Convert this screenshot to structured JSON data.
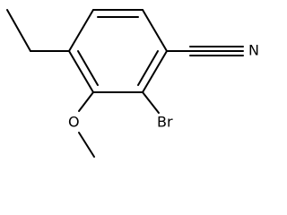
{
  "structure": {
    "atoms": {
      "nitrogen": "N",
      "bromine": "Br",
      "oxygen": "O"
    },
    "bond_color": "#000000",
    "background_color": "#ffffff"
  }
}
